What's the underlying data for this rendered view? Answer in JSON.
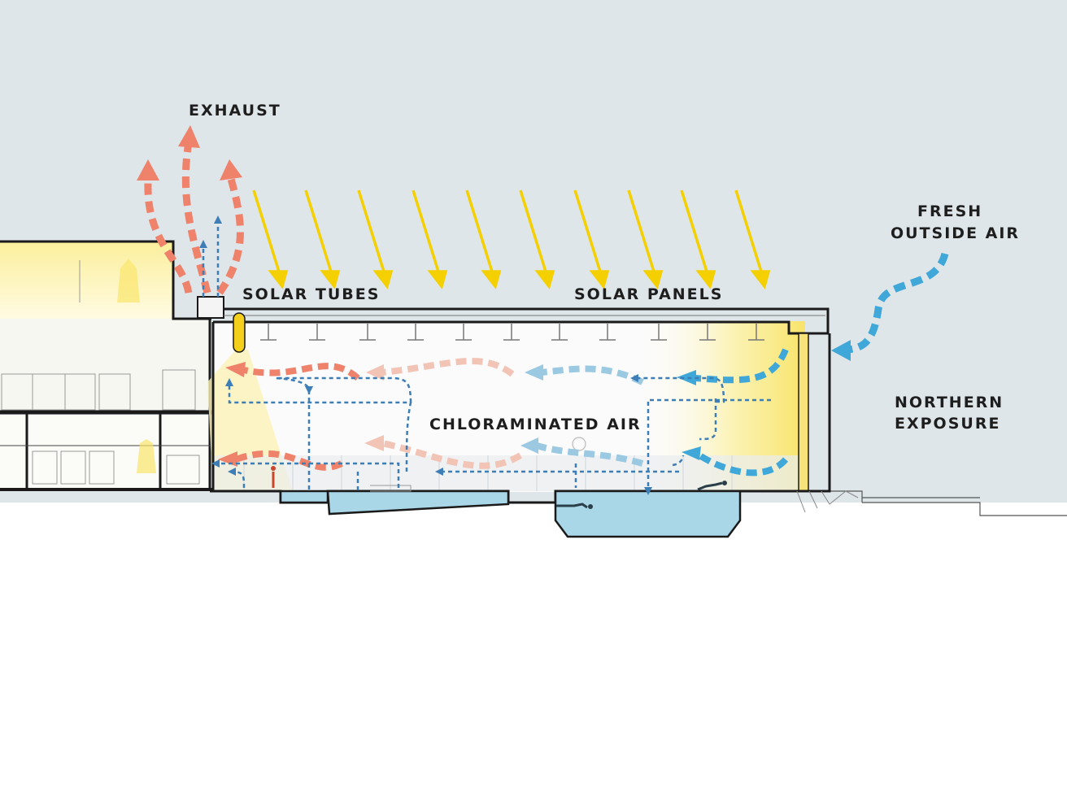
{
  "labels": {
    "exhaust": "EXHAUST",
    "solar_tubes": "SOLAR TUBES",
    "solar_panels": "SOLAR PANELS",
    "fresh_line1": "FRESH",
    "fresh_line2": "OUTSIDE AIR",
    "northern_line1": "NORTHERN",
    "northern_line2": "EXPOSURE",
    "chloraminated": "CHLORAMINATED AIR"
  },
  "colors": {
    "sky": "#dfe6ea",
    "sun_ray": "#f5d000",
    "exhaust_air": "#ee826a",
    "fresh_air": "#3fa8d9",
    "circulation": "#3d7eb6",
    "water": "#a9d7e8",
    "structure": "#1a1a1a",
    "warm_light": "#fbef9c"
  },
  "icons": [
    "sun-ray-arrow",
    "exhaust-arrow",
    "fresh-air-arrow",
    "swimmer-icon",
    "solar-tube-icon"
  ]
}
